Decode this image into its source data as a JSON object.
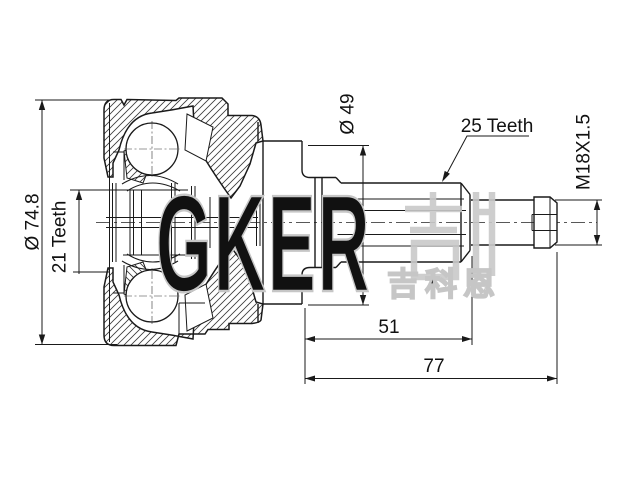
{
  "drawing": {
    "labels": {
      "outer_diameter": "Ø 74.8",
      "inner_spline_teeth": "21 Teeth",
      "body_diameter": "Ø 49",
      "shaft_spline_teeth": "25 Teeth",
      "thread_spec": "M18X1.5",
      "spline_length": "51",
      "overall_length": "77"
    }
  },
  "watermark": {
    "brand": "GKER",
    "cjk_name": "吉科恩"
  },
  "colors": {
    "line": "#1a1a1a",
    "background": "#ffffff",
    "watermark_gray": "#c6c6c6"
  }
}
